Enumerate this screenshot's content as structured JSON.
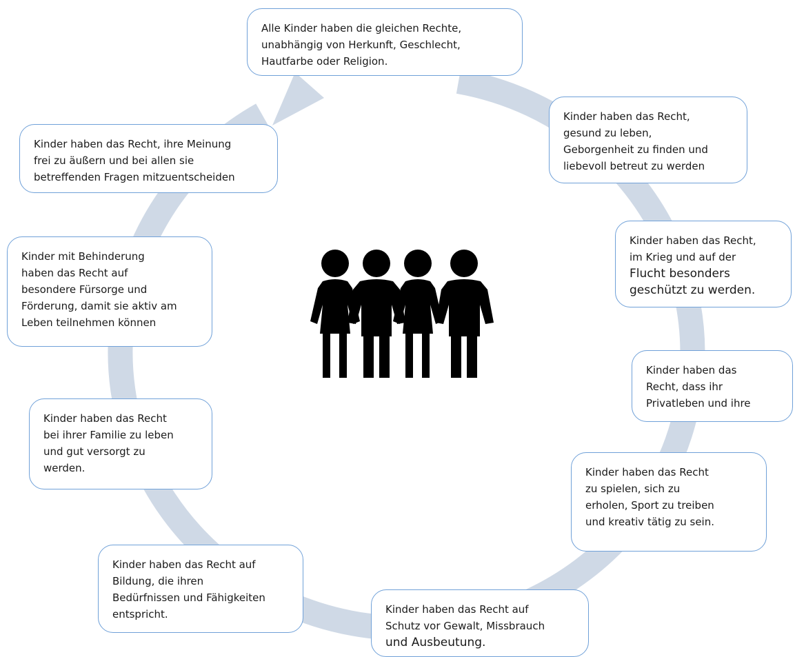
{
  "diagram": {
    "ring_color": "#cfd9e6",
    "box_border_color": "#6fa0d8",
    "icon": "children-holding-hands-icon",
    "boxes": [
      {
        "lines": [
          "Alle Kinder haben die gleichen Rechte,",
          "unabhängig von Herkunft, Geschlecht,",
          "Hautfarbe oder Religion."
        ]
      },
      {
        "lines": [
          "Kinder haben das Recht,",
          "gesund zu leben,",
          "Geborgenheit zu finden und",
          "liebevoll betreut zu werden"
        ]
      },
      {
        "lines": [
          "Kinder haben das Recht,",
          "im Krieg und auf der",
          "Flucht besonders",
          "geschützt zu werden."
        ]
      },
      {
        "lines": [
          "Kinder haben das",
          "Recht, dass ihr",
          "Privatleben und ihre"
        ]
      },
      {
        "lines": [
          "Kinder haben das Recht",
          "zu spielen, sich zu",
          "erholen, Sport zu treiben",
          "und kreativ tätig zu sein."
        ]
      },
      {
        "lines": [
          "Kinder haben das Recht auf",
          "Schutz vor Gewalt, Missbrauch",
          "und Ausbeutung."
        ]
      },
      {
        "lines": [
          "Kinder haben das Recht auf",
          "Bildung, die ihren",
          "Bedürfnissen und Fähigkeiten",
          "entspricht."
        ]
      },
      {
        "lines": [
          "Kinder haben das Recht",
          "bei ihrer Familie zu leben",
          "und gut versorgt zu",
          "werden."
        ]
      },
      {
        "lines": [
          "Kinder mit Behinderung",
          "haben das Recht auf",
          "besondere Fürsorge und",
          "Förderung, damit sie aktiv am",
          "Leben teilnehmen können"
        ]
      },
      {
        "lines": [
          "Kinder haben das Recht, ihre Meinung",
          "frei zu äußern und bei allen sie",
          "betreffenden Fragen mitzuentscheiden"
        ]
      }
    ]
  }
}
